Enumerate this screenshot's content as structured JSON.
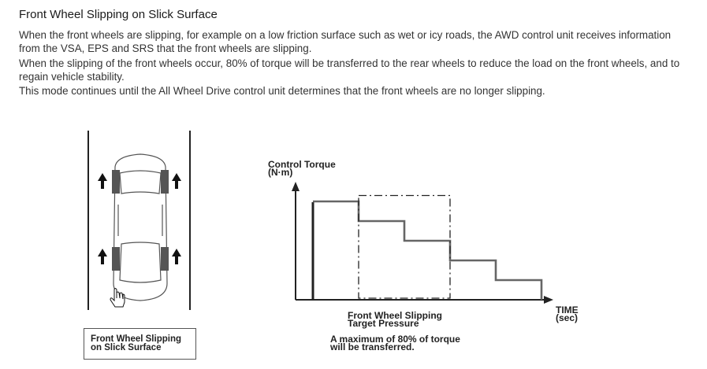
{
  "title": "Front Wheel Slipping on Slick Surface",
  "paragraphs": [
    "When the front wheels are slipping, for example on a low friction surface such as wet or icy roads, the AWD control unit receives information from the VSA, EPS and SRS that the front wheels are slipping.",
    "When the slipping of the front wheels occur, 80% of torque will be transferred to the rear wheels to reduce the load on the front wheels, and to regain vehicle stability.",
    "This mode continues until the All Wheel Drive control unit determines that the front wheels are no longer slipping."
  ],
  "car_figure": {
    "caption_line1": "Front Wheel Slipping",
    "caption_line2": "on Slick Surface",
    "arrow_icon": "up-arrow-icon",
    "cursor_icon": "hand-pointer-icon"
  },
  "chart_data": {
    "type": "line",
    "ylabel_line1": "Control Torque",
    "ylabel_line2": "(N·m)",
    "xlabel_line1": "TIME",
    "xlabel_line2": "(sec)",
    "target_label_line1": "Front Wheel Slipping",
    "target_label_line2": "Target Pressure",
    "note_line1": "A maximum of 80% of torque",
    "note_line2": "will be transferred.",
    "series": [
      {
        "style": "thin-step",
        "x": [
          0,
          1,
          1,
          2,
          2,
          3,
          3,
          4,
          4,
          5,
          5
        ],
        "y": [
          5,
          5,
          4,
          4,
          3,
          3,
          2,
          2,
          1,
          1,
          0
        ]
      }
    ],
    "target_box": {
      "x": [
        1,
        3
      ],
      "y": [
        0,
        5.3
      ]
    }
  }
}
